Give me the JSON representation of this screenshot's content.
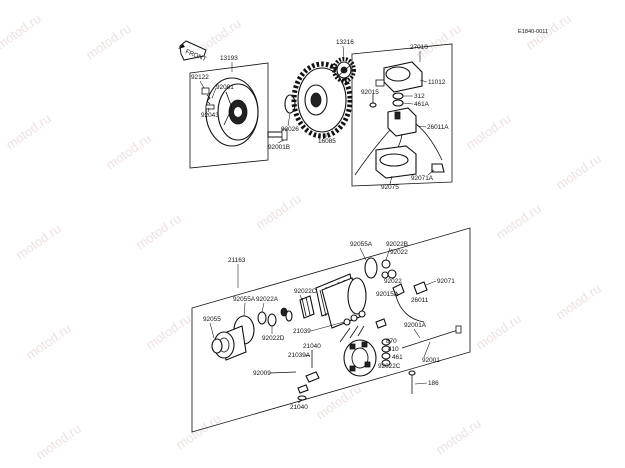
{
  "diagram_code": "E1840-0011",
  "front_arrow_label": "FRONT",
  "watermark_text": "motod.ru",
  "part_numbers": {
    "p13193": "13193",
    "p13216": "13216",
    "p27010": "27010",
    "p92122": "92122",
    "p92081": "92081",
    "p92043": "92043",
    "p92026": "92026",
    "p92001b": "92001B",
    "p16085": "16085",
    "p92015": "92015",
    "p11012": "11012",
    "p312": "312",
    "p461a": "461A",
    "p26011a": "26011A",
    "p92071a": "92071A",
    "p92075": "92075",
    "p21163": "21163",
    "p92055a_top": "92055A",
    "p92022b": "92022B",
    "p92022_a": "92022",
    "p92022_b": "92022",
    "p92071": "92071",
    "p26011": "26011",
    "p92015a": "92015A",
    "p92022c_top": "92022C",
    "p92055a_left": "92055A",
    "p92022a": "92022A",
    "p92055": "92055",
    "p92022d": "92022D",
    "p21039": "21039",
    "p92001a": "92001A",
    "p870": "870",
    "p410": "410",
    "p461": "461",
    "p21039a": "21039A",
    "p21040_top": "21040",
    "p92022c_bottom": "92022C",
    "p92001": "92001",
    "p92009": "92009",
    "p186": "186",
    "p21040_bottom": "21040"
  }
}
